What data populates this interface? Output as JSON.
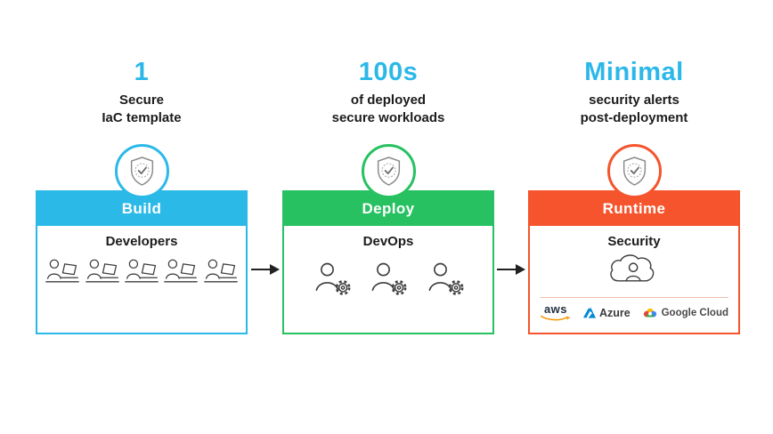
{
  "page": {
    "background": "#ffffff",
    "stat_color": "#2bb8e9",
    "arrow_color": "#222222"
  },
  "columns": [
    {
      "id": "build",
      "stat": "1",
      "stat_lines": [
        "Secure",
        "IaC template"
      ],
      "header": "Build",
      "body_title": "Developers",
      "accent": "#2bb9e8",
      "badge_icon": "shield-check-icon",
      "body_icon": "developer-at-laptop-icon",
      "body_icon_count": 5
    },
    {
      "id": "deploy",
      "stat": "100s",
      "stat_lines": [
        "of deployed",
        "secure workloads"
      ],
      "header": "Deploy",
      "body_title": "DevOps",
      "accent": "#27c161",
      "badge_icon": "shield-check-icon",
      "body_icon": "person-gear-icon",
      "body_icon_count": 3
    },
    {
      "id": "runtime",
      "stat": "Minimal",
      "stat_lines": [
        "security alerts",
        "post-deployment"
      ],
      "header": "Runtime",
      "body_title": "Security",
      "accent": "#f5542c",
      "badge_icon": "shield-check-icon",
      "body_icon": "cloud-person-icon",
      "body_icon_count": 1,
      "logos": [
        {
          "name": "aws",
          "label": "aws"
        },
        {
          "name": "azure",
          "label": "Azure"
        },
        {
          "name": "google-cloud",
          "label": "Google Cloud"
        }
      ]
    }
  ]
}
